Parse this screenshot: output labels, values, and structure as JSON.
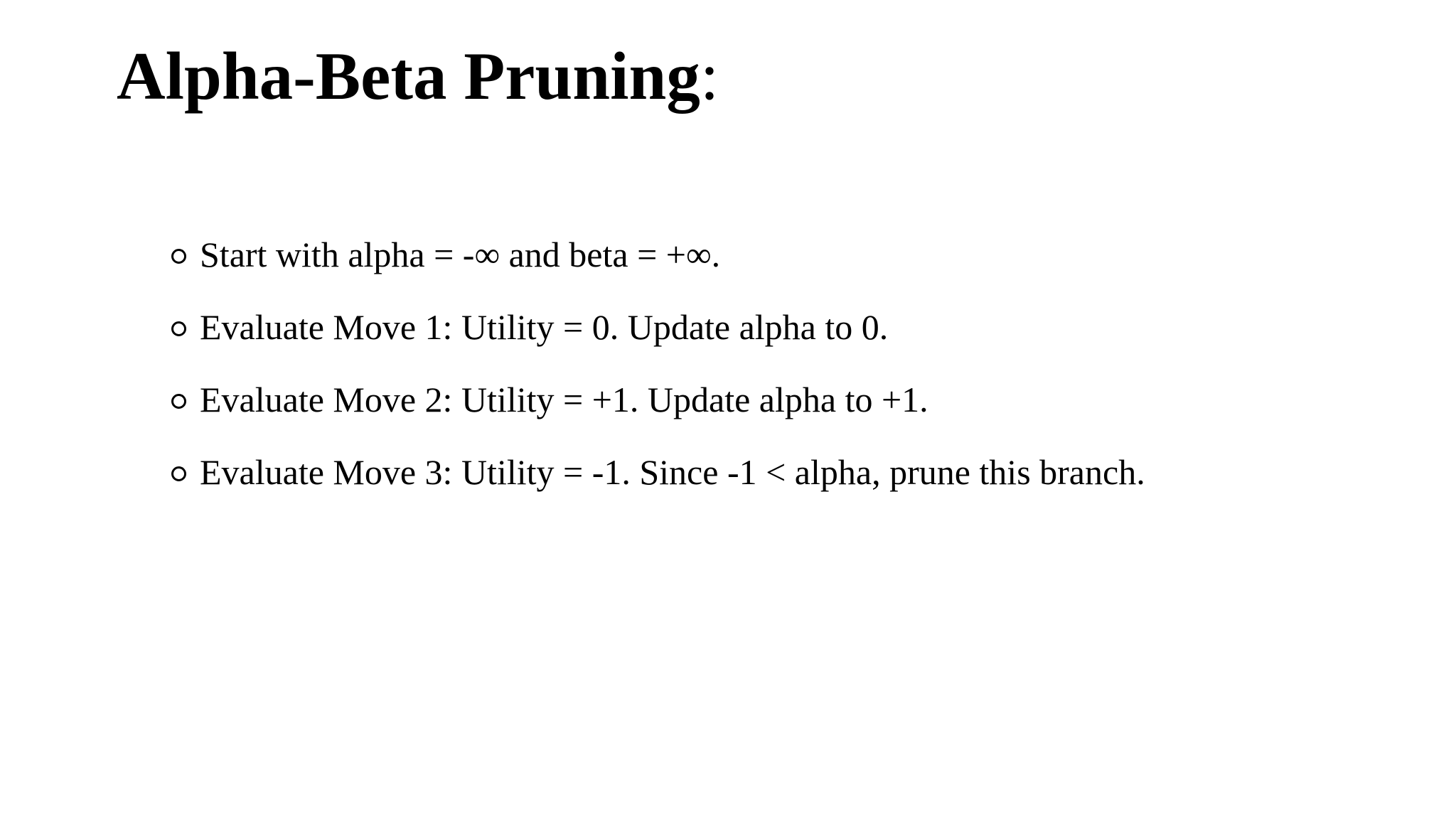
{
  "slide": {
    "colors": {
      "background": "#ffffff",
      "text": "#000000"
    },
    "title": {
      "text": "Alpha-Beta Pruning",
      "suffix": ":"
    },
    "bullet_icon": "hollow-circle",
    "bullets": [
      "Start with alpha = -∞ and beta = +∞.",
      "Evaluate Move 1: Utility = 0. Update alpha to 0.",
      "Evaluate Move 2: Utility = +1. Update alpha to +1.",
      "Evaluate Move 3: Utility = -1. Since -1 < alpha, prune this branch."
    ]
  }
}
